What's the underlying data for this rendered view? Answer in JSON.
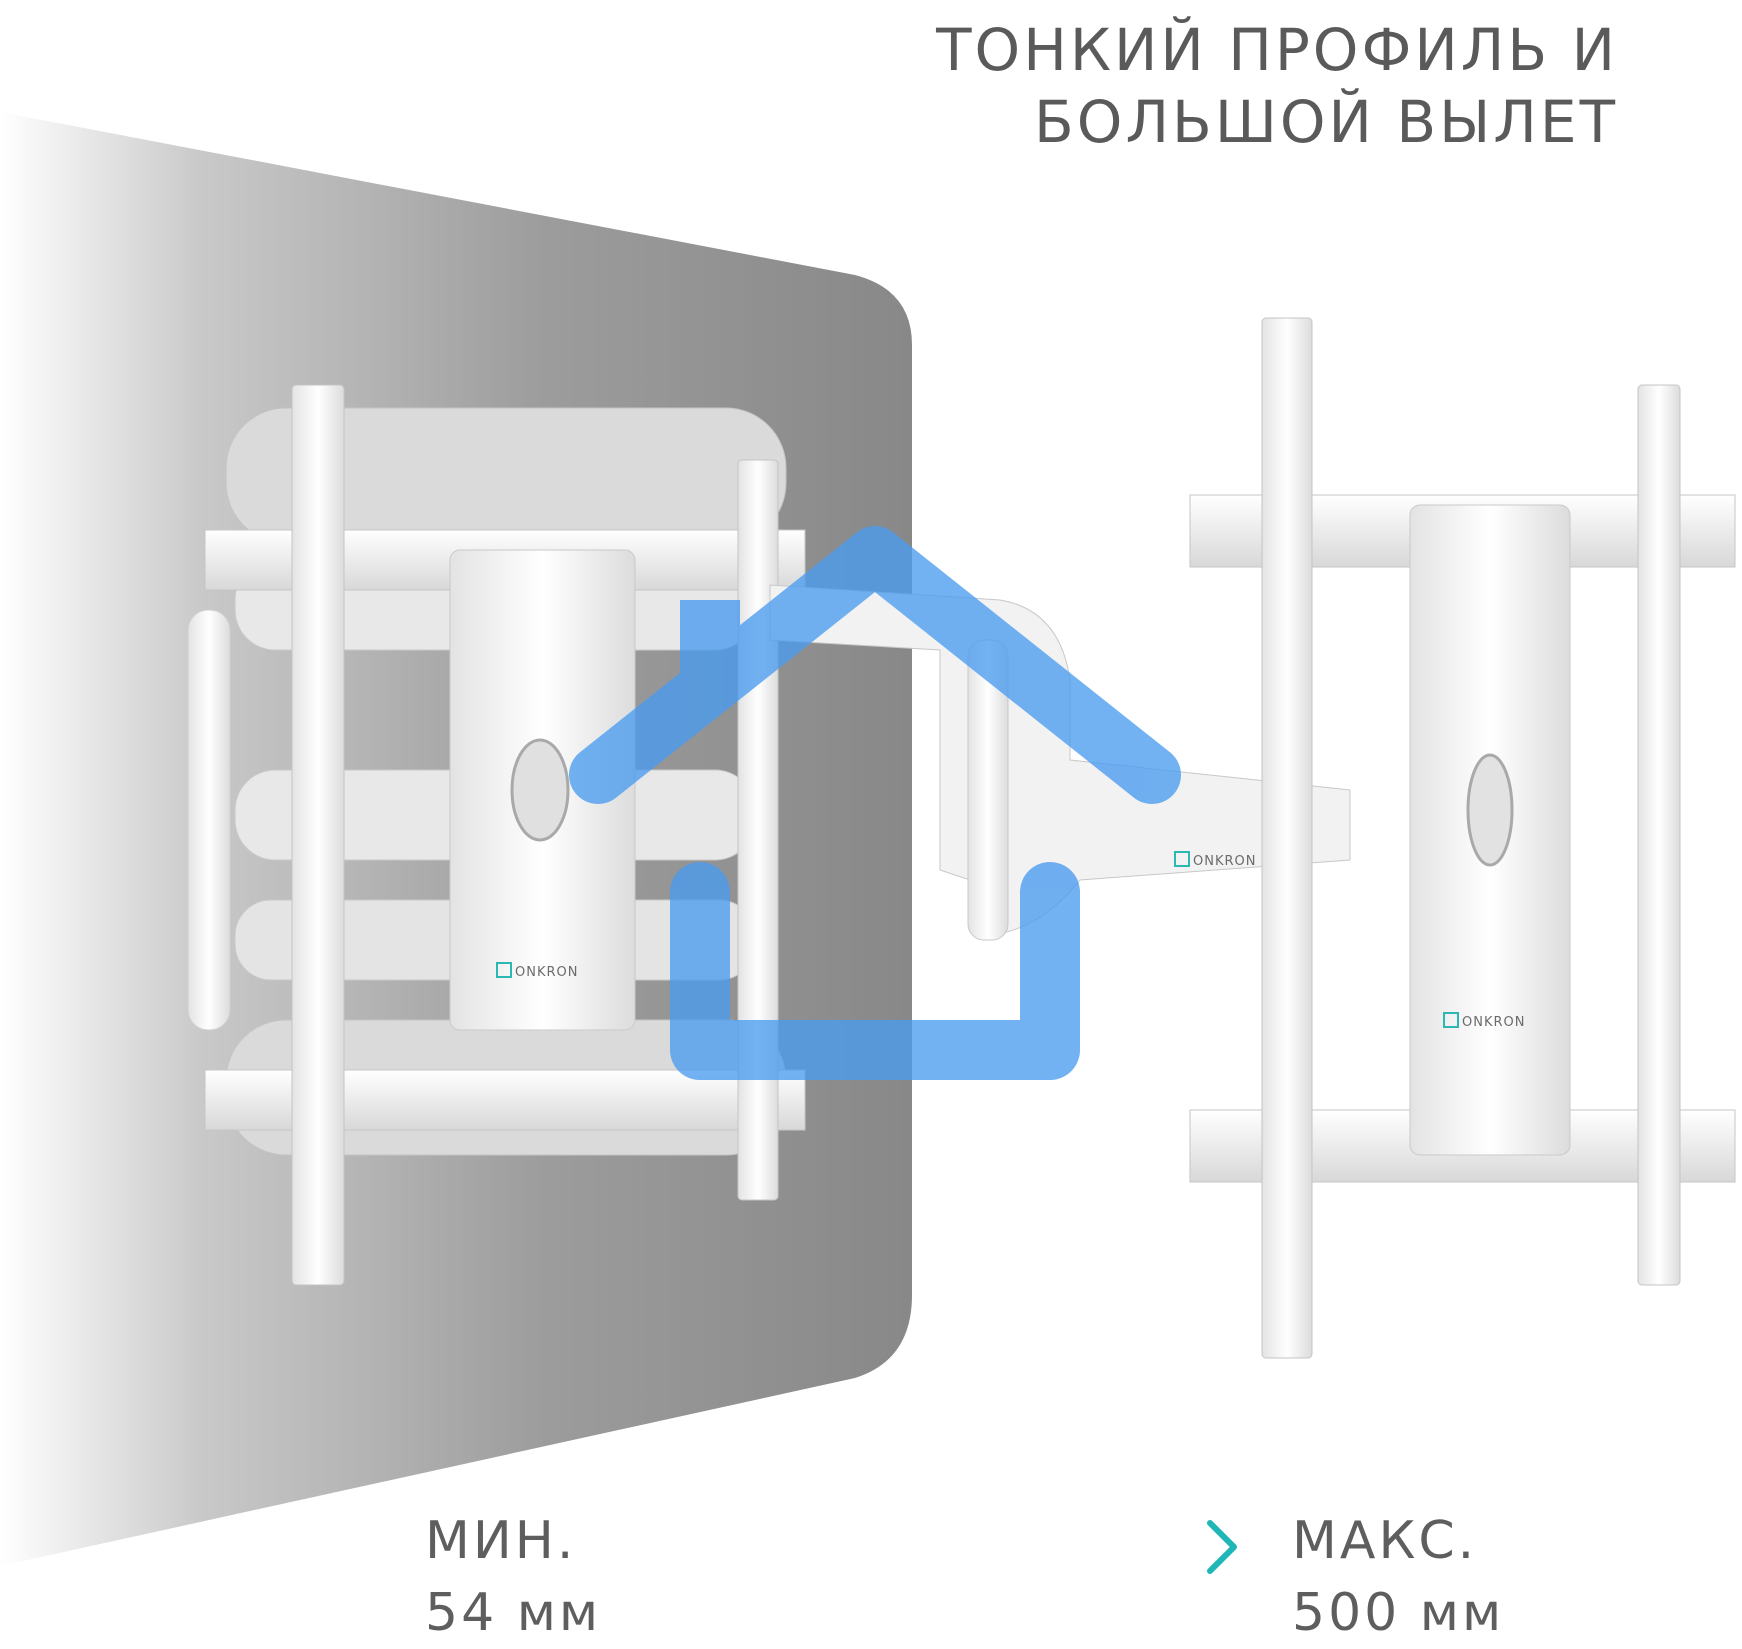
{
  "headline": {
    "line1": "ТОНКИЙ ПРОФИЛЬ И",
    "line2": "БОЛЬШОЙ ВЫЛЕТ"
  },
  "min_depth": {
    "label": "МИН.",
    "value": "54 мм"
  },
  "max_depth": {
    "label": "МАКС.",
    "value": "500 мм"
  },
  "brand": "ONKRON",
  "icons": {
    "overlay": "house-icon",
    "arrow": "arrow-right-icon"
  },
  "colors": {
    "overlay_blue": "#4a9cf0",
    "arrow_teal": "#27c4c0",
    "wall_gray": "#8e8e8e",
    "text_gray": "#5a5a5a"
  }
}
